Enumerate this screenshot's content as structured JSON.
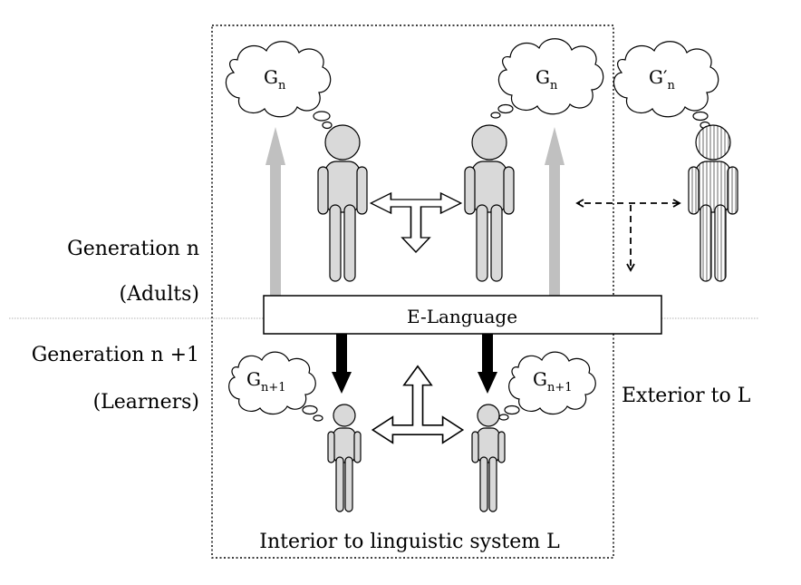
{
  "labels": {
    "generation_n": "Generation n",
    "adults": "(Adults)",
    "generation_n1": "Generation n +1",
    "learners": "(Learners)",
    "e_language": "E-Language",
    "exterior": "Exterior to L",
    "interior": "Interior to linguistic system L"
  },
  "grammars": {
    "adult_left": {
      "base": "G",
      "sub": "n"
    },
    "adult_right": {
      "base": "G",
      "sub": "n"
    },
    "outsider": {
      "base": "G′",
      "sub": "n"
    },
    "learner_left": {
      "base": "G",
      "sub": "n+1"
    },
    "learner_right": {
      "base": "G",
      "sub": "n+1"
    }
  },
  "colors": {
    "person_fill": "#d9d9d9",
    "gray_arrow": "#c0c0c0",
    "black_arrow": "#000000"
  }
}
